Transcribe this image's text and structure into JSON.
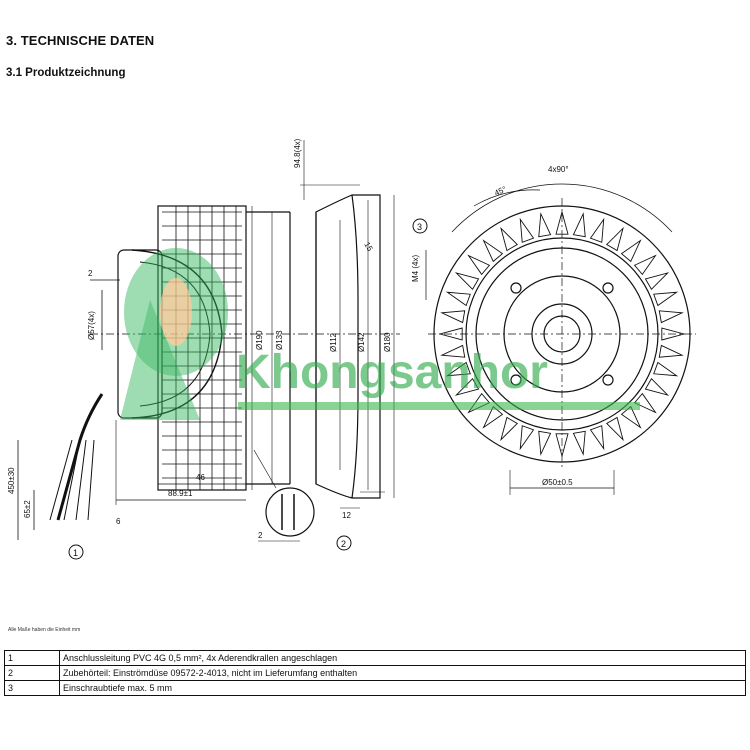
{
  "heading": "3. TECHNISCHE DATEN",
  "subheading": "3.1 Produktzeichnung",
  "note": "Alle Maße haben die Einheit mm",
  "watermark": "Khongsanhor",
  "drawing": {
    "labels": {
      "d_top": "94.8(4x)",
      "d_2": "2",
      "d_left_dia": "Ø57(4x)",
      "d_190": "Ø190",
      "d_133": "Ø133",
      "d_112": "Ø112",
      "d_142": "Ø142",
      "d_180": "Ø180",
      "d_46": "46",
      "d_88": "88.9±1",
      "d_min_max": "M4 (4x)",
      "d_45deg": "45°",
      "d_4x90": "4x90°",
      "d_15": "15",
      "d_12": "12",
      "d_450": "450±30",
      "d_65": "65±2",
      "d_6": "6",
      "d_2b": "2",
      "d_bottom": "Ø50±0.5",
      "circ1": "1",
      "circ2": "2",
      "circ3": "3"
    }
  },
  "notes": [
    {
      "num": "1",
      "text": "Anschlussleitung PVC 4G 0,5 mm², 4x Aderendkrallen angeschlagen"
    },
    {
      "num": "2",
      "text": "Zubehörteil: Einströmdüse 09572-2-4013, nicht im Lieferumfang enthalten"
    },
    {
      "num": "3",
      "text": "Einschraubtiefe max. 5 mm"
    }
  ]
}
